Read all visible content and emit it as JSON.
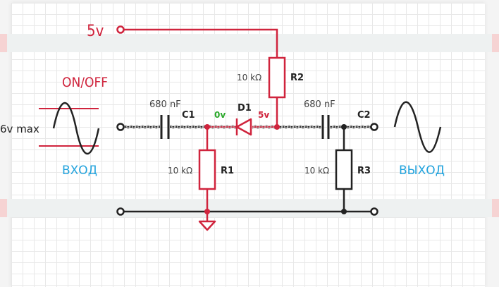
{
  "colors": {
    "supply": "#d0243d",
    "black": "#222222",
    "signal_label": "#22a3dd",
    "anode_voltage": "#2aa82a",
    "spring": "#b2b2b2"
  },
  "supply": {
    "label": "5v"
  },
  "switch": {
    "label": "ON/OFF"
  },
  "input": {
    "amplitude": "6v max",
    "label": "ВХОД"
  },
  "output": {
    "label": "ВЫХОД"
  },
  "c1": {
    "value": "680 nF",
    "name": "C1"
  },
  "c2": {
    "value": "680 nF",
    "name": "C2"
  },
  "r1": {
    "value": "10 kΩ",
    "name": "R1"
  },
  "r2": {
    "value": "10 kΩ",
    "name": "R2"
  },
  "r3": {
    "value": "10 kΩ",
    "name": "R3"
  },
  "d1": {
    "name": "D1",
    "anode_voltage": "0v",
    "cathode_voltage": "5v"
  },
  "icons": [
    "ground-icon",
    "sine-wave-icon"
  ]
}
